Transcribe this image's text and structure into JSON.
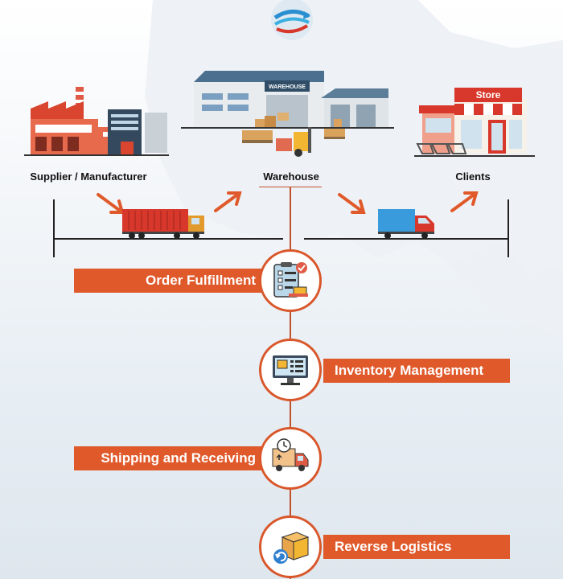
{
  "stages": {
    "supplier": "Supplier / Manufacturer",
    "warehouse": "Warehouse",
    "clients": "Clients"
  },
  "building_signs": {
    "warehouse": "WAREHOUSE",
    "store": "Store"
  },
  "processes": [
    {
      "label": "Order Fulfillment",
      "icon": "clipboard-checklist-icon",
      "side": "left"
    },
    {
      "label": "Inventory Management",
      "icon": "monitor-inventory-icon",
      "side": "right"
    },
    {
      "label": "Shipping and Receiving",
      "icon": "delivery-truck-icon",
      "side": "left"
    },
    {
      "label": "Reverse Logistics",
      "icon": "return-box-icon",
      "side": "right"
    }
  ],
  "colors": {
    "accent": "#e0592a",
    "truck_red": "#d8382c",
    "truck_blue": "#3a9bdc"
  }
}
